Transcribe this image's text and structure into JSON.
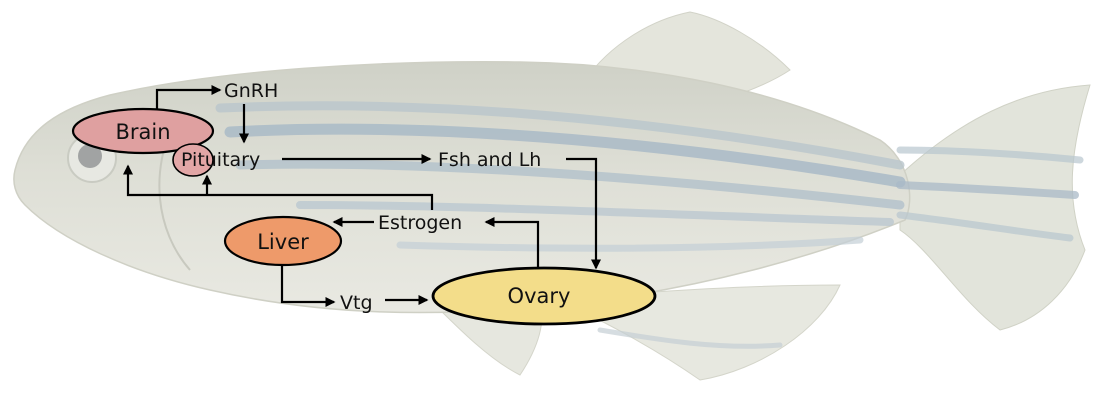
{
  "nodes": {
    "brain": "Brain",
    "pituitary": "Pituitary",
    "gnrh": "GnRH",
    "fsh_lh": "Fsh and Lh",
    "estrogen": "Estrogen",
    "liver": "Liver",
    "vtg": "Vtg",
    "ovary": "Ovary"
  },
  "colors": {
    "brain": "#dfa0a0",
    "pituitary": "#e2a6a6",
    "liver": "#ee9a6a",
    "ovary": "#f3dd8a",
    "fish_body": "#dcdcd2",
    "fish_stripe": "#a9bac7"
  }
}
